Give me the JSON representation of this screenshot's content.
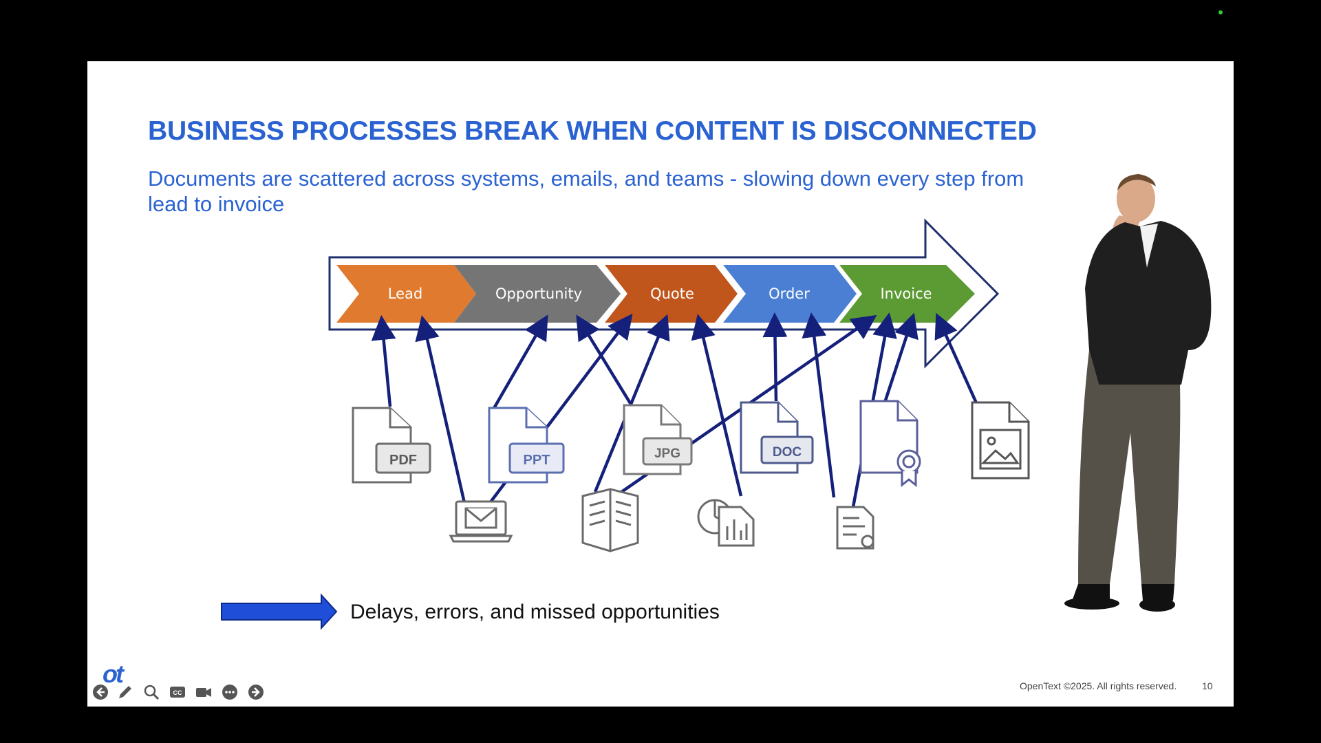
{
  "slide": {
    "title": "BUSINESS PROCESSES BREAK WHEN CONTENT IS DISCONNECTED",
    "subtitle": "Documents are scattered across systems, emails, and teams - slowing down every step from lead to invoice",
    "stages": [
      {
        "label": "Lead",
        "color": "#e07a2e"
      },
      {
        "label": "Opportunity",
        "color": "#757575"
      },
      {
        "label": "Quote",
        "color": "#c0561c"
      },
      {
        "label": "Order",
        "color": "#4a7fd4"
      },
      {
        "label": "Invoice",
        "color": "#5c9a34"
      }
    ],
    "documents": [
      {
        "name": "pdf-file-icon",
        "label": "PDF"
      },
      {
        "name": "ppt-file-icon",
        "label": "PPT"
      },
      {
        "name": "jpg-file-icon",
        "label": "JPG"
      },
      {
        "name": "doc-file-icon",
        "label": "DOC"
      },
      {
        "name": "certificate-file-icon"
      },
      {
        "name": "image-file-icon"
      },
      {
        "name": "email-laptop-icon"
      },
      {
        "name": "newsletter-icon"
      },
      {
        "name": "report-chart-icon"
      },
      {
        "name": "contract-invoice-icon"
      }
    ],
    "legend_text": "Delays, errors, and missed opportunities",
    "footer_copyright": "OpenText ©2025. All rights reserved.",
    "page_number": "10",
    "accent_color": "#2a62d2",
    "connector_color": "#14207a"
  },
  "player": {
    "logo": "ot",
    "buttons": [
      "back-icon",
      "pen-icon",
      "search-icon",
      "captions-icon",
      "video-icon",
      "more-icon",
      "forward-icon"
    ]
  }
}
